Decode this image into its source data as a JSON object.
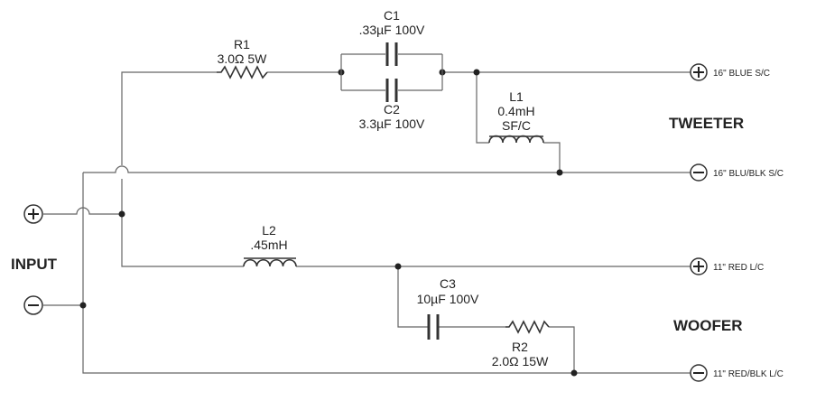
{
  "labels": {
    "input": "INPUT",
    "tweeter": "TWEETER",
    "woofer": "WOOFER"
  },
  "components": {
    "r1": {
      "name": "R1",
      "value": "3.0Ω 5W"
    },
    "c1": {
      "name": "C1",
      "value": ".33µF 100V"
    },
    "c2": {
      "name": "C2",
      "value": "3.3µF 100V"
    },
    "l1": {
      "name": "L1",
      "value": "0.4mH",
      "note": "SF/C"
    },
    "l2": {
      "name": "L2",
      "value": ".45mH"
    },
    "c3": {
      "name": "C3",
      "value": "10µF 100V"
    },
    "r2": {
      "name": "R2",
      "value": "2.0Ω 15W"
    }
  },
  "terminals": {
    "tweeter_pos": "16\" BLUE S/C",
    "tweeter_neg": "16\" BLU/BLK S/C",
    "woofer_pos": "11\" RED L/C",
    "woofer_neg": "11\" RED/BLK L/C"
  },
  "colors": {
    "wire": "#666666",
    "component": "#333333",
    "text": "#222222"
  }
}
